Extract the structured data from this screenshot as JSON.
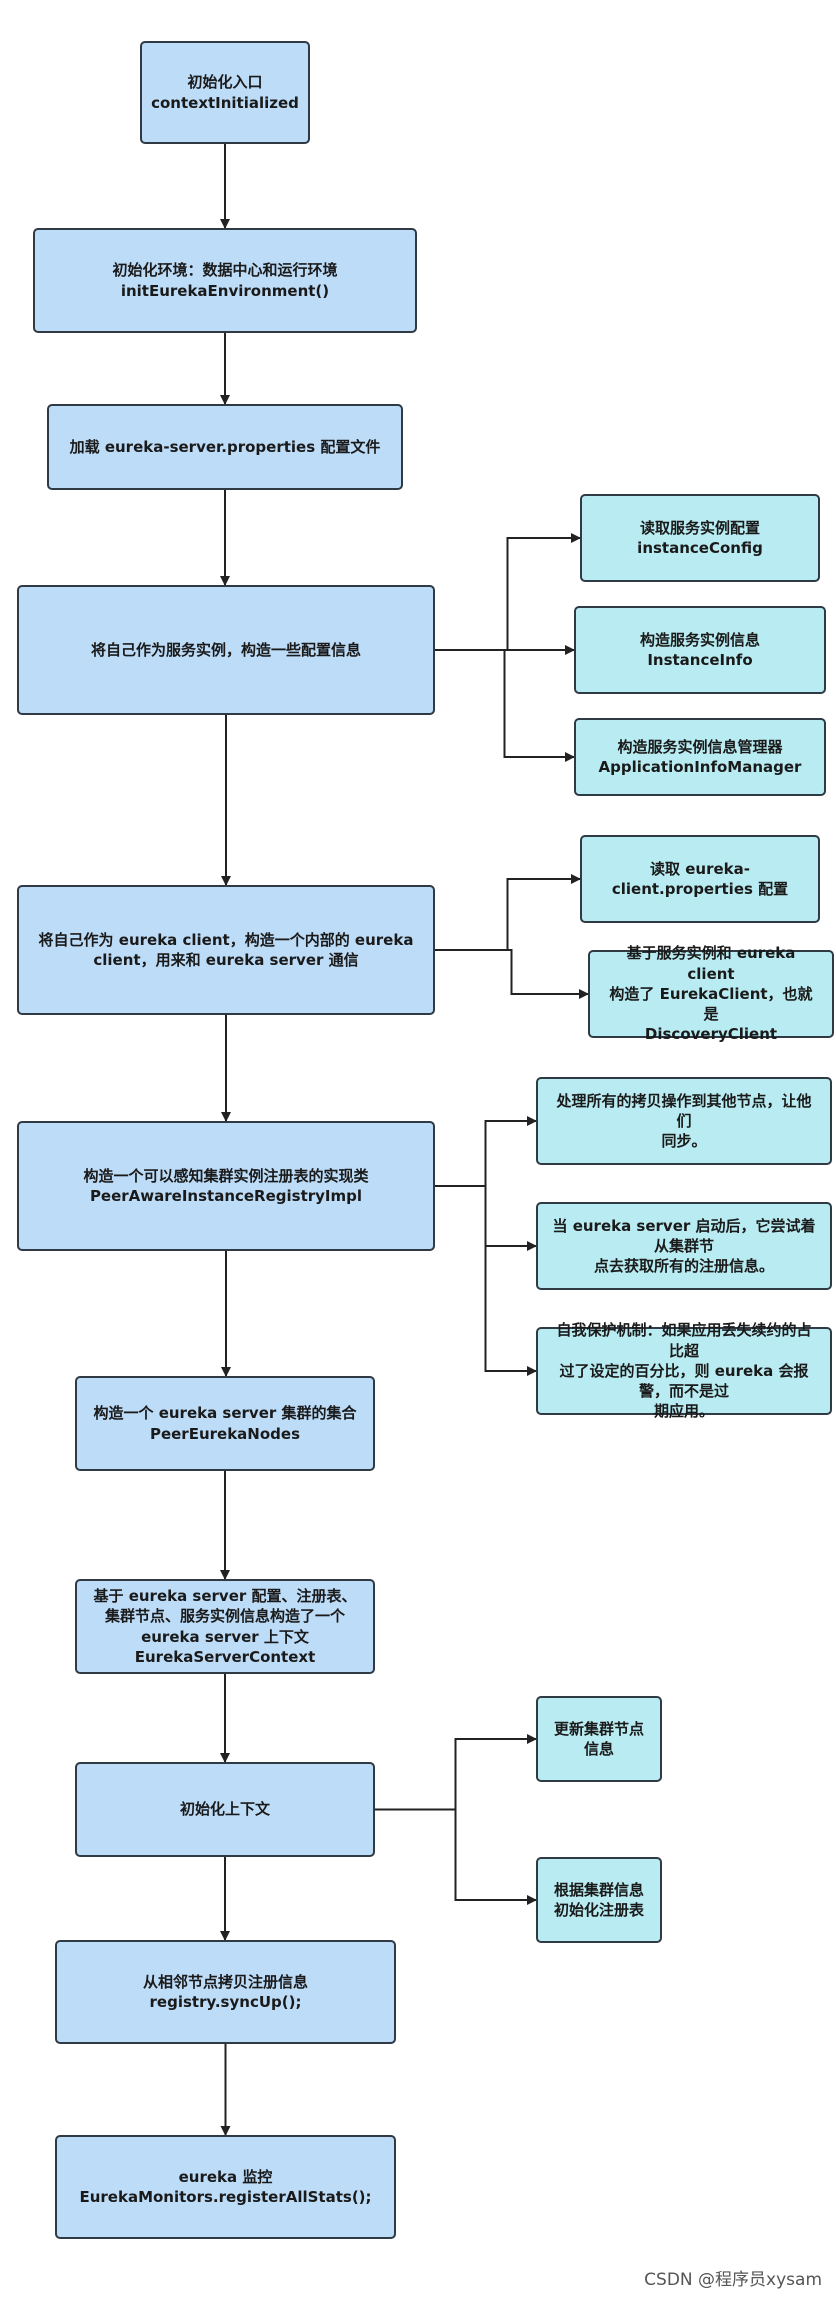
{
  "colors": {
    "main_fill": "#bddcf8",
    "side_fill": "#b9ecf2",
    "border": "#2f3a44",
    "arrow": "#222222"
  },
  "diagram": {
    "nodes": [
      {
        "id": "init-entry",
        "kind": "main",
        "text": "初始化入口\ncontextInitialized"
      },
      {
        "id": "init-env",
        "kind": "main",
        "text": "初始化环境：数据中心和运行环境\ninitEurekaEnvironment()"
      },
      {
        "id": "load-props",
        "kind": "main",
        "text": "加载 eureka-server.properties 配置文件"
      },
      {
        "id": "self-instance",
        "kind": "main",
        "text": "将自己作为服务实例，构造一些配置信息"
      },
      {
        "id": "read-instance-config",
        "kind": "side",
        "text": "读取服务实例配置\ninstanceConfig"
      },
      {
        "id": "build-instance-info",
        "kind": "side",
        "text": "构造服务实例信息\nInstanceInfo"
      },
      {
        "id": "build-info-manager",
        "kind": "side",
        "text": "构造服务实例信息管理器\nApplicationInfoManager"
      },
      {
        "id": "self-client",
        "kind": "main",
        "text": "将自己作为 eureka client，构造一个内部的 eureka client，用来和 eureka server 通信"
      },
      {
        "id": "read-client-props",
        "kind": "side",
        "text": "读取 eureka-\nclient.properties 配置"
      },
      {
        "id": "build-discovery-client",
        "kind": "side",
        "text": "基于服务实例和 eureka client\n构造了 EurekaClient，也就是\nDiscoveryClient"
      },
      {
        "id": "build-registry",
        "kind": "main",
        "text": "构造一个可以感知集群实例注册表的实现类\nPeerAwareInstanceRegistryImpl"
      },
      {
        "id": "replicate-nodes",
        "kind": "side",
        "text": "处理所有的拷贝操作到其他节点，让他们\n同步。"
      },
      {
        "id": "fetch-registry",
        "kind": "side",
        "text": "当 eureka server 启动后，它尝试着从集群节\n点去获取所有的注册信息。"
      },
      {
        "id": "self-preservation",
        "kind": "side",
        "text": "自我保护机制：如果应用丢失续约的占比超\n过了设定的百分比，则 eureka 会报警，而不是过\n期应用。"
      },
      {
        "id": "peer-nodes",
        "kind": "main",
        "text": "构造一个 eureka server 集群的集合\nPeerEurekaNodes"
      },
      {
        "id": "server-context",
        "kind": "main",
        "text": "基于 eureka server 配置、注册表、集群节点、服务实例信息构造了一个\neureka server 上下文\nEurekaServerContext"
      },
      {
        "id": "init-context",
        "kind": "main",
        "text": "初始化上下文"
      },
      {
        "id": "update-peer-nodes",
        "kind": "side",
        "text": "更新集群节点\n信息"
      },
      {
        "id": "init-registry",
        "kind": "side",
        "text": "根据集群信息\n初始化注册表"
      },
      {
        "id": "sync-up",
        "kind": "main",
        "text": "从相邻节点拷贝注册信息\nregistry.syncUp();"
      },
      {
        "id": "monitor",
        "kind": "main",
        "text": "eureka 监控\nEurekaMonitors.registerAllStats();"
      }
    ],
    "edges": [
      {
        "from": "init-entry",
        "to": "init-env"
      },
      {
        "from": "init-env",
        "to": "load-props"
      },
      {
        "from": "load-props",
        "to": "self-instance"
      },
      {
        "from": "self-instance",
        "to": "read-instance-config"
      },
      {
        "from": "self-instance",
        "to": "build-instance-info"
      },
      {
        "from": "self-instance",
        "to": "build-info-manager"
      },
      {
        "from": "self-instance",
        "to": "self-client"
      },
      {
        "from": "self-client",
        "to": "read-client-props"
      },
      {
        "from": "self-client",
        "to": "build-discovery-client"
      },
      {
        "from": "self-client",
        "to": "build-registry"
      },
      {
        "from": "build-registry",
        "to": "replicate-nodes"
      },
      {
        "from": "build-registry",
        "to": "fetch-registry"
      },
      {
        "from": "build-registry",
        "to": "self-preservation"
      },
      {
        "from": "build-registry",
        "to": "peer-nodes"
      },
      {
        "from": "peer-nodes",
        "to": "server-context"
      },
      {
        "from": "server-context",
        "to": "init-context"
      },
      {
        "from": "init-context",
        "to": "update-peer-nodes"
      },
      {
        "from": "init-context",
        "to": "init-registry"
      },
      {
        "from": "init-context",
        "to": "sync-up"
      },
      {
        "from": "sync-up",
        "to": "monitor"
      }
    ]
  },
  "watermark": "CSDN @程序员xysam"
}
